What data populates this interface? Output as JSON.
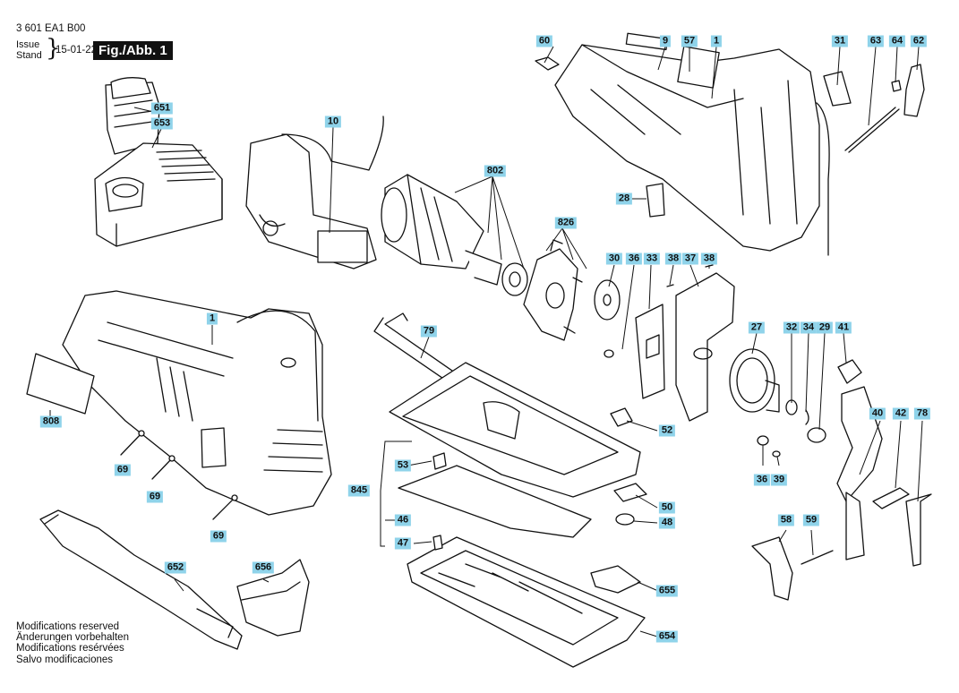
{
  "header": {
    "doc_number": "3 601 EA1 B00",
    "issue_label": "Issue",
    "stand_label": "Stand",
    "date": "15-01-22",
    "figure_label": "Fig./Abb. 1"
  },
  "footer": {
    "lines": [
      "Modifications reserved",
      "Änderungen vorbehalten",
      "Modifications resérvées",
      "Salvo modificaciones"
    ]
  },
  "callouts": [
    "60",
    "9",
    "57",
    "1",
    "31",
    "63",
    "64",
    "62",
    "651",
    "653",
    "10",
    "802",
    "28",
    "826",
    "30",
    "36",
    "33",
    "38",
    "37",
    "38",
    "1",
    "79",
    "27",
    "32",
    "34",
    "29",
    "41",
    "808",
    "52",
    "40",
    "42",
    "78",
    "69",
    "69",
    "53",
    "36",
    "39",
    "845",
    "50",
    "46",
    "48",
    "58",
    "59",
    "47",
    "69",
    "652",
    "656",
    "655",
    "654"
  ],
  "colors": {
    "callout_bg": "#8fd3ea",
    "ink": "#111111"
  }
}
